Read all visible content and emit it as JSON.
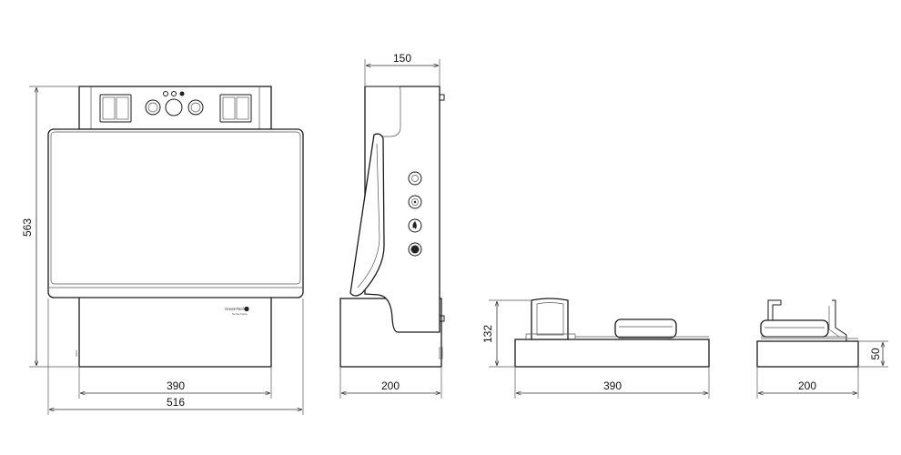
{
  "dimensions": {
    "front_height": "563",
    "front_body_width": "390",
    "front_overall_width": "516",
    "side_top_depth": "150",
    "side_base_depth": "200",
    "base_front_height": "132",
    "base_front_width": "390",
    "base_side_height": "50",
    "base_side_depth": "200"
  },
  "logo": {
    "name": "GreenTech",
    "tagline": "for the home"
  }
}
